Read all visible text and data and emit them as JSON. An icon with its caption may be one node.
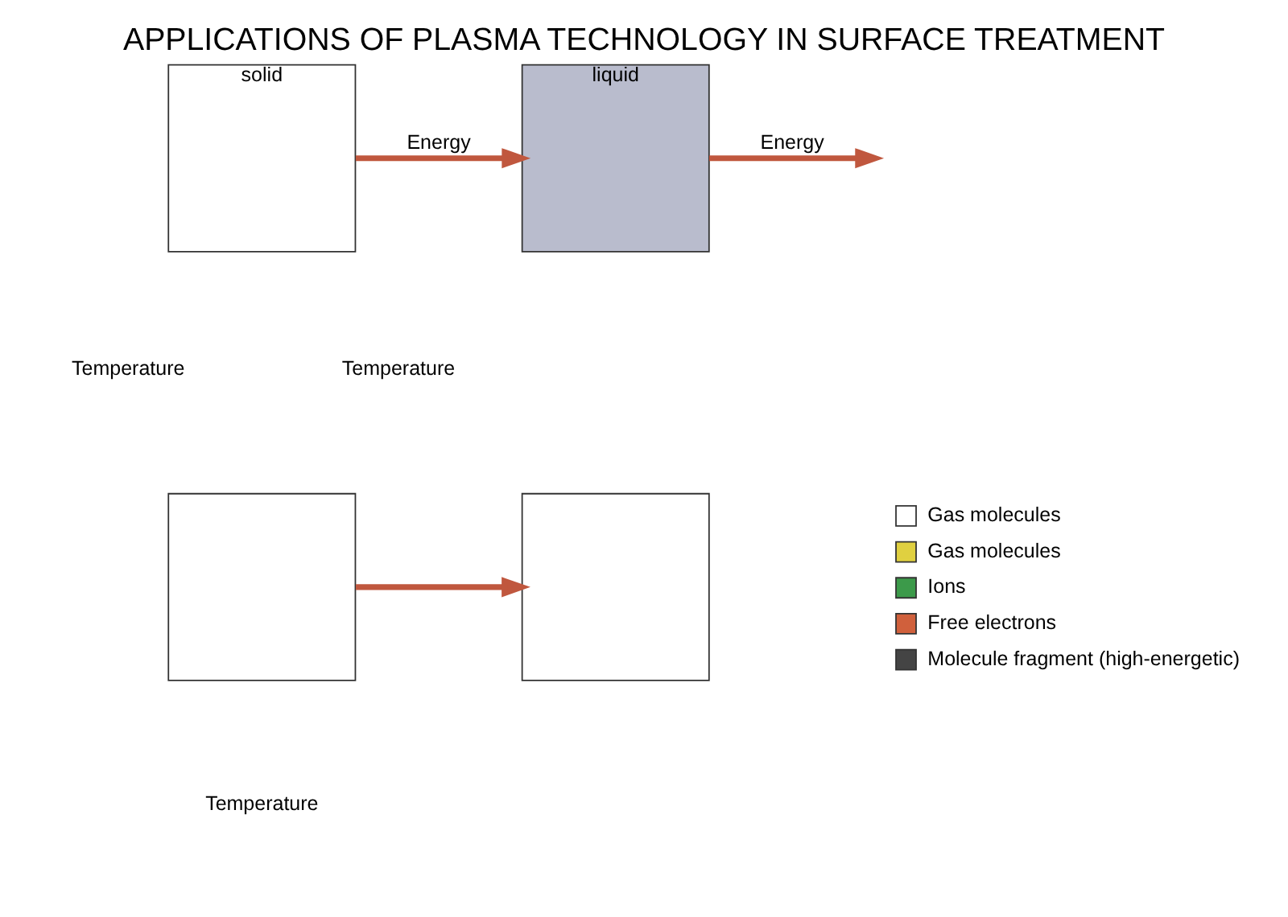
{
  "diagram": {
    "title": "APPLICATIONS OF PLASMA TECHNOLOGY IN SURFACE TREATMENT",
    "nodes": [
      {
        "text": [
          "solid"
        ]
      },
      {
        "text": [
          "liquid"
        ]
      },
      {
        "text": [],
        "shape": "box"
      },
      {
        "text": [],
        "shape": "box"
      }
    ],
    "edges": [
      {
        "from": 0,
        "to": 1,
        "arrow": "to",
        "label": "Energy"
      },
      {
        "from": 1,
        "to": null,
        "arrow": "to",
        "label": "Energy"
      },
      {
        "from": 2,
        "to": 3,
        "arrow": "to"
      }
    ],
    "labels": [
      "Temperature",
      "Temperature",
      "Temperature"
    ],
    "legend": [
      {
        "text": "Gas molecules"
      },
      {
        "text": "Gas molecules"
      },
      {
        "text": "Ions"
      },
      {
        "text": "Free electrons"
      },
      {
        "text": "Molecule fragment (high-energetic)"
      }
    ]
  }
}
